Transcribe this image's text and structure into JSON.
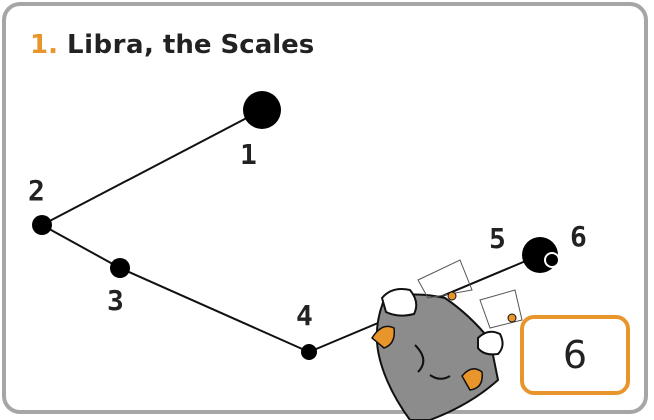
{
  "title": {
    "number": "1.",
    "name": "Libra",
    "rest": ", the Scales"
  },
  "stars": [
    {
      "id": "1",
      "label": "1"
    },
    {
      "id": "2",
      "label": "2"
    },
    {
      "id": "3",
      "label": "3"
    },
    {
      "id": "4",
      "label": "4"
    },
    {
      "id": "5",
      "label": "5"
    },
    {
      "id": "6",
      "label": "6"
    }
  ],
  "counter": "6",
  "colors": {
    "accent": "#e8962b",
    "frame": "#a6a6a6",
    "star": "#000000",
    "creature": "#8c8c8c"
  }
}
